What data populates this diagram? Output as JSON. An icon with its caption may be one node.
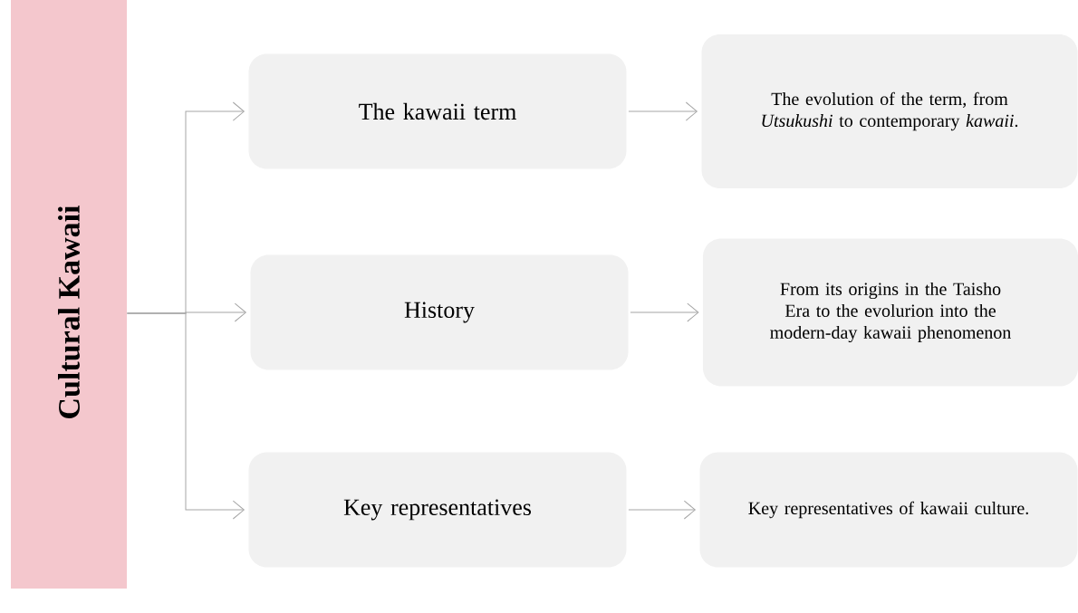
{
  "diagram": {
    "nodes": [
      {
        "text": [
          "Cultural Kawaii"
        ]
      },
      {
        "text": [
          "The kawaii term"
        ]
      },
      {
        "text": [
          "History"
        ]
      },
      {
        "text": [
          "Key representatives"
        ]
      },
      {
        "text": [
          "The evolution of the term, from *Utsukushi* to contemporary *kawaii*."
        ]
      },
      {
        "text": [
          "From its origins in the Taisho Era to the evolurion into the modern-day kawaii phenomenon"
        ]
      },
      {
        "text": [
          "Key representatives of kawaii culture."
        ]
      }
    ],
    "edges": [
      {
        "from": 0,
        "to": 1,
        "arrow": "to"
      },
      {
        "from": 0,
        "to": 2,
        "arrow": "to"
      },
      {
        "from": 0,
        "to": 3,
        "arrow": "to"
      },
      {
        "from": 1,
        "to": 4,
        "arrow": "to"
      },
      {
        "from": 2,
        "to": 5,
        "arrow": "to"
      },
      {
        "from": 3,
        "to": 6,
        "arrow": "to"
      }
    ]
  }
}
